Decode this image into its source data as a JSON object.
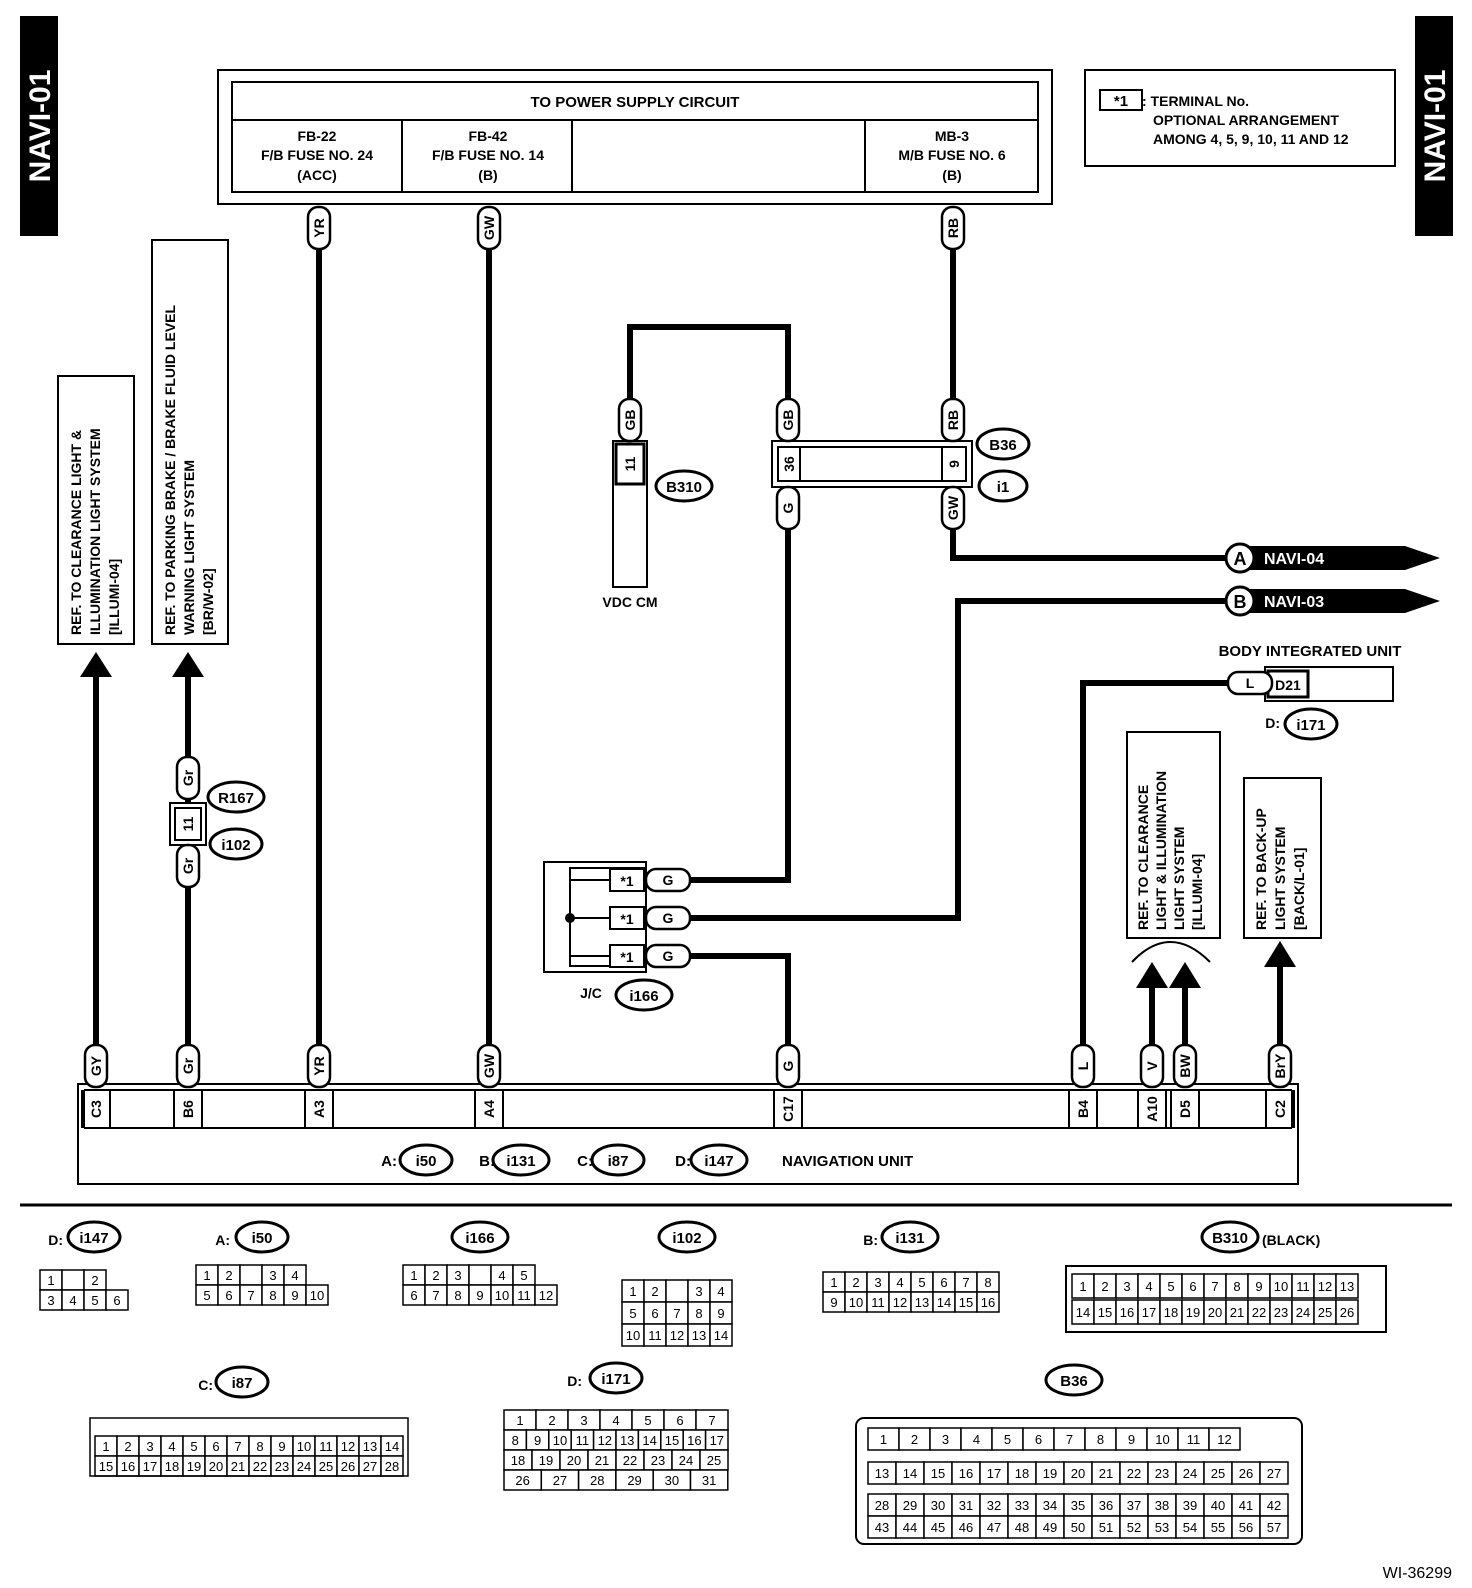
{
  "page_tag": "NAVI-01",
  "drawing_id": "WI-36299",
  "power_supply": {
    "title": "TO POWER SUPPLY CIRCUIT",
    "fuses": [
      {
        "l1": "FB-22",
        "l2": "F/B FUSE NO. 24",
        "l3": "(ACC)"
      },
      {
        "l1": "FB-42",
        "l2": "F/B FUSE NO. 14",
        "l3": "(B)"
      },
      {
        "l1": "MB-3",
        "l2": "M/B FUSE NO. 6",
        "l3": "(B)"
      }
    ]
  },
  "legend": {
    "symbol": "*1",
    "l1": ": TERMINAL No.",
    "l2": "OPTIONAL ARRANGEMENT",
    "l3": "AMONG 4, 5, 9, 10, 11 AND 12"
  },
  "refs": {
    "clearance1": [
      "REF. TO CLEARANCE LIGHT &",
      "ILLUMINATION LIGHT SYSTEM",
      "[ILLUMI-04]"
    ],
    "parking": [
      "REF. TO PARKING BRAKE / BRAKE FLUID LEVEL",
      "WARNING LIGHT SYSTEM",
      "[BR/W-02]"
    ],
    "clearance2": [
      "REF. TO CLEARANCE",
      "LIGHT & ILLUMINATION",
      "LIGHT SYSTEM",
      "[ILLUMI-04]"
    ],
    "backup": [
      "REF. TO BACK-UP",
      "LIGHT SYSTEM",
      "[BACK/L-01]"
    ]
  },
  "wire_colors": {
    "yr": "YR",
    "gw": "GW",
    "rb": "RB",
    "gb": "GB",
    "g": "G",
    "gy": "GY",
    "gr": "Gr",
    "l": "L",
    "v": "V",
    "bw": "BW",
    "bry": "BrY"
  },
  "connectors": {
    "b36": "B36",
    "i1": "i1",
    "b310": "B310",
    "r167": "R167",
    "i102": "i102",
    "i166": "i166",
    "i171": "i171",
    "i50": "i50",
    "i131": "i131",
    "i87": "i87",
    "i147": "i147"
  },
  "labels": {
    "vdc_cm": "VDC CM",
    "jc": "J/C",
    "body_unit": "BODY INTEGRATED UNIT",
    "d21": "D21",
    "d_prefix": "D:",
    "a_prefix": "A:",
    "b_prefix": "B:",
    "c_prefix": "C:",
    "navigation_unit": "NAVIGATION UNIT",
    "black": "(BLACK)"
  },
  "pins": {
    "t11": "11",
    "t36": "36",
    "t9": "9",
    "gr11": "11",
    "star": "*1",
    "c3": "C3",
    "b6": "B6",
    "a3": "A3",
    "a4": "A4",
    "c17": "C17",
    "b4": "B4",
    "a10": "A10",
    "d5": "D5",
    "c2": "C2"
  },
  "offpage": [
    {
      "letter": "A",
      "label": "NAVI-04"
    },
    {
      "letter": "B",
      "label": "NAVI-03"
    }
  ],
  "pinouts": {
    "i147": [
      [
        "1",
        "",
        "2"
      ],
      [
        "3",
        "4",
        "5",
        "6"
      ]
    ],
    "i50": [
      [
        "1",
        "2",
        "",
        "3",
        "4"
      ],
      [
        "5",
        "6",
        "7",
        "8",
        "9",
        "10"
      ]
    ],
    "i166": [
      [
        "1",
        "2",
        "3",
        "",
        "4",
        "5"
      ],
      [
        "6",
        "7",
        "8",
        "9",
        "10",
        "11",
        "12"
      ]
    ],
    "i102": [
      [
        "1",
        "2",
        "",
        "3",
        "4"
      ],
      [
        "5",
        "6",
        "7",
        "8",
        "9"
      ],
      [
        "10",
        "11",
        "12",
        "13",
        "14"
      ]
    ],
    "i131": [
      [
        "1",
        "2",
        "3",
        "4",
        "5",
        "6",
        "7",
        "8"
      ],
      [
        "9",
        "10",
        "11",
        "12",
        "13",
        "14",
        "15",
        "16"
      ]
    ],
    "b310": [
      [
        "1",
        "2",
        "3",
        "4",
        "5",
        "6",
        "7",
        "8",
        "9",
        "10",
        "11",
        "12",
        "13"
      ],
      [
        "14",
        "15",
        "16",
        "17",
        "18",
        "19",
        "20",
        "21",
        "22",
        "23",
        "24",
        "25",
        "26"
      ]
    ],
    "i87": [
      [
        "1",
        "2",
        "3",
        "4",
        "5",
        "6",
        "7",
        "8",
        "9",
        "10",
        "11",
        "12",
        "13",
        "14"
      ],
      [
        "15",
        "16",
        "17",
        "18",
        "19",
        "20",
        "21",
        "22",
        "23",
        "24",
        "25",
        "26",
        "27",
        "28"
      ]
    ],
    "i171": [
      [
        "1",
        "2",
        "3",
        "4",
        "5",
        "6",
        "7"
      ],
      [
        "8",
        "9",
        "10",
        "11",
        "12",
        "13",
        "14",
        "15",
        "16",
        "17"
      ],
      [
        "18",
        "19",
        "20",
        "21",
        "22",
        "23",
        "24",
        "25"
      ],
      [
        "26",
        "27",
        "28",
        "29",
        "30",
        "31"
      ]
    ],
    "b36": [
      [
        "1",
        "2",
        "3",
        "4",
        "5",
        "6",
        "7",
        "8",
        "9",
        "10",
        "11",
        "12"
      ],
      [
        "13",
        "14",
        "15",
        "16",
        "17",
        "18",
        "19",
        "20",
        "21",
        "22",
        "23",
        "24",
        "25",
        "26",
        "27"
      ],
      [
        "28",
        "29",
        "30",
        "31",
        "32",
        "33",
        "34",
        "35",
        "36",
        "37",
        "38",
        "39",
        "40",
        "41",
        "42"
      ],
      [
        "43",
        "44",
        "45",
        "46",
        "47",
        "48",
        "49",
        "50",
        "51",
        "52",
        "53",
        "54",
        "55",
        "56",
        "57"
      ]
    ]
  }
}
